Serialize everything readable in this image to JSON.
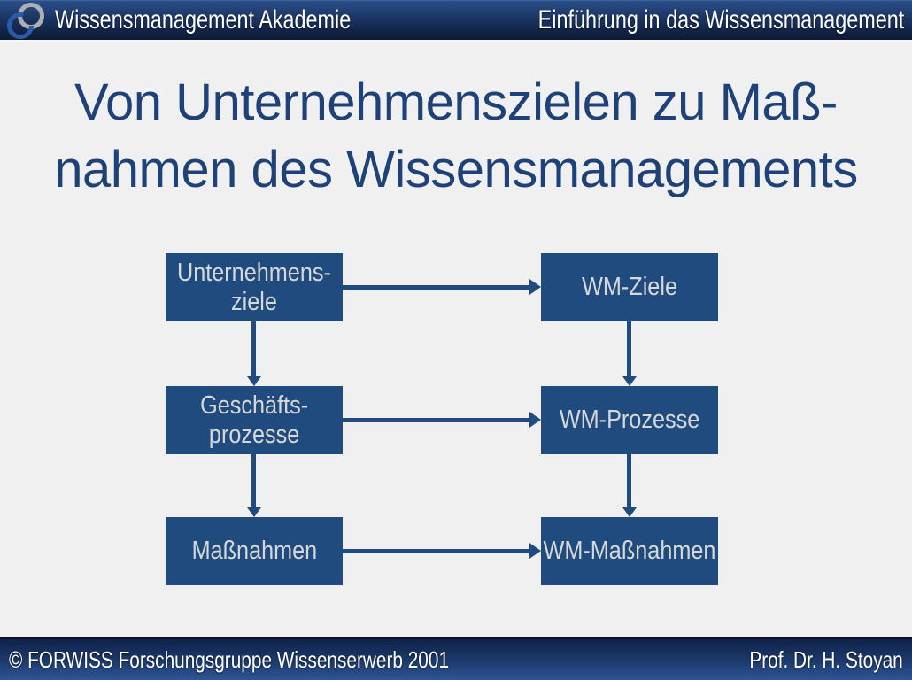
{
  "header": {
    "left_title": "Wissensmanagement Akademie",
    "right_title": "Einführung in das Wissensmanagement",
    "logo": "interlocked-rings-logo"
  },
  "slide": {
    "title_line1": "Von Unternehmenszielen zu Maß-",
    "title_line2": "nahmen des Wissensmanagements"
  },
  "diagram": {
    "boxes": [
      {
        "id": "unternehmensziele",
        "lines": [
          "Unternehmens-",
          "ziele"
        ]
      },
      {
        "id": "wm-ziele",
        "lines": [
          "WM-Ziele"
        ]
      },
      {
        "id": "geschaeftsprozesse",
        "lines": [
          "Geschäfts-",
          "prozesse"
        ]
      },
      {
        "id": "wm-prozesse",
        "lines": [
          "WM-Prozesse"
        ]
      },
      {
        "id": "massnahmen",
        "lines": [
          "Maßnahmen"
        ]
      },
      {
        "id": "wm-massnahmen",
        "lines": [
          "WM-Maßnahmen"
        ]
      }
    ],
    "arrows": [
      {
        "from": "unternehmensziele",
        "to": "wm-ziele",
        "direction": "right"
      },
      {
        "from": "geschaeftsprozesse",
        "to": "wm-prozesse",
        "direction": "right"
      },
      {
        "from": "massnahmen",
        "to": "wm-massnahmen",
        "direction": "right"
      },
      {
        "from": "unternehmensziele",
        "to": "geschaeftsprozesse",
        "direction": "down"
      },
      {
        "from": "geschaeftsprozesse",
        "to": "massnahmen",
        "direction": "down"
      },
      {
        "from": "wm-ziele",
        "to": "wm-prozesse",
        "direction": "down"
      },
      {
        "from": "wm-prozesse",
        "to": "wm-massnahmen",
        "direction": "down"
      }
    ]
  },
  "footer": {
    "left_text": "© FORWISS Forschungsgruppe Wissenserwerb 2001",
    "right_text": "Prof. Dr. H. Stoyan"
  },
  "colors": {
    "slide_background": "#f0f0f0",
    "box_fill": "#1f4b7e",
    "box_text": "#d8d8d8",
    "arrow": "#1f4b7e",
    "title_text": "#1e4278",
    "bar_gradient_light": "#2c4f88",
    "bar_gradient_dark": "#0c1a33",
    "bar_text": "#ffffff",
    "logo_blue": "#2d5aa8",
    "logo_gray": "#aab0b6"
  }
}
